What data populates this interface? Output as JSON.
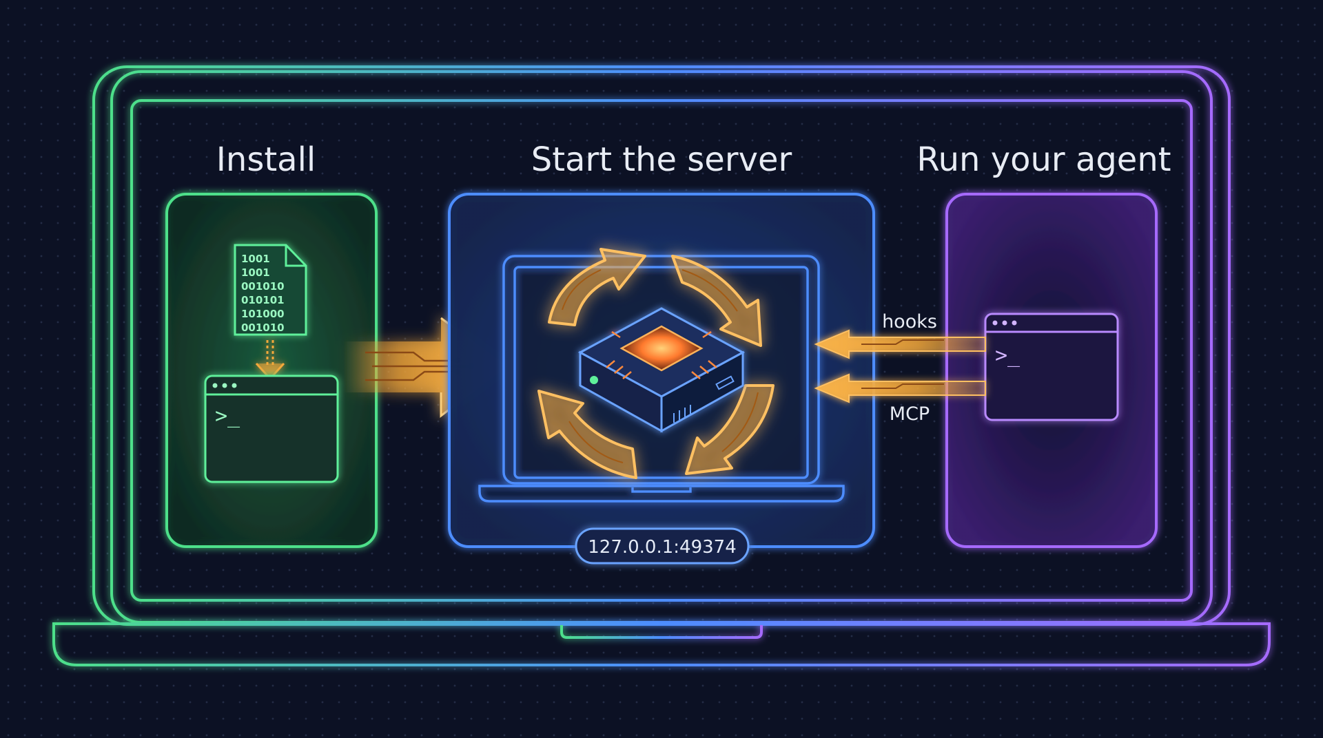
{
  "steps": [
    {
      "title": "Install",
      "color": "#4ee08a"
    },
    {
      "title": "Start the server",
      "color": "#4d8dff"
    },
    {
      "title": "Run your agent",
      "color": "#a66bff"
    }
  ],
  "binary_lines": [
    "1001",
    "1001",
    "001010",
    "010101",
    "101000",
    "001010"
  ],
  "prompt_glyph": ">_",
  "labels": {
    "hooks": "hooks",
    "mcp": "MCP"
  },
  "server_address": "127.0.0.1:49374",
  "colors": {
    "background": "#0c1124",
    "arrow": "#f5a93a",
    "chip": "#ff8a3d"
  },
  "icons": [
    "laptop-icon",
    "file-icon",
    "terminal-icon",
    "chip-icon",
    "cycle-arrows-icon",
    "arrow-icon"
  ]
}
